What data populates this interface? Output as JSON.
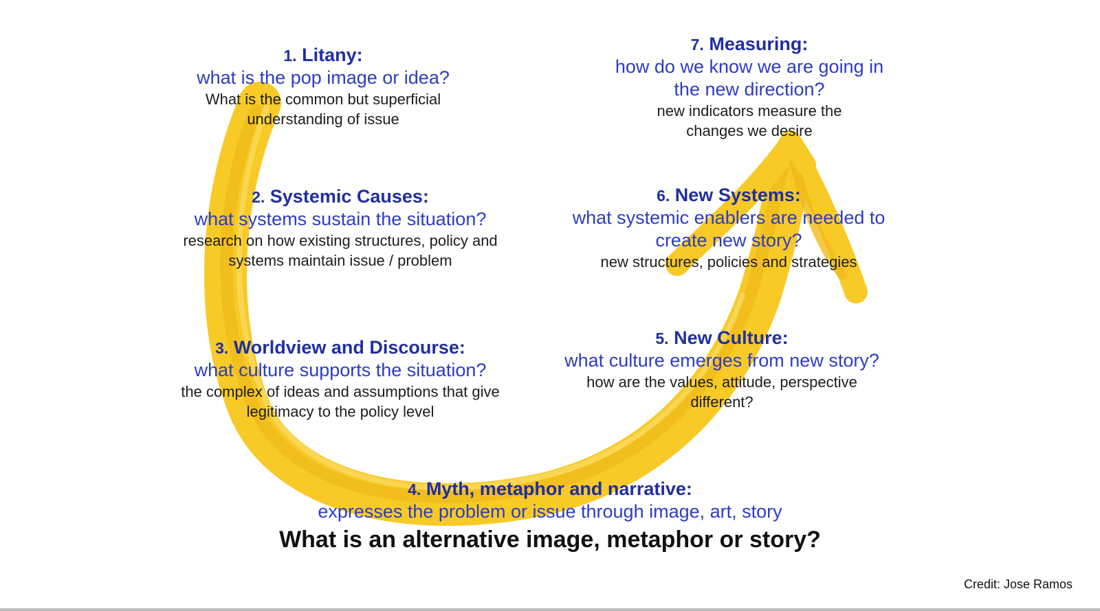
{
  "colors": {
    "heading": "#1f2fa0",
    "question": "#2d3cc4",
    "description": "#1c1c1c",
    "arrow": "#f5c518"
  },
  "arrow": {
    "icon": "hand-drawn-u-turn-arrow-icon"
  },
  "steps": [
    {
      "number": "1.",
      "title": "Litany:",
      "question": "what is the pop image or idea?",
      "description": "What is the common but superficial understanding of issue"
    },
    {
      "number": "2.",
      "title": "Systemic Causes:",
      "question": "what systems sustain the situation?",
      "description": "research on how existing structures, policy and systems maintain issue / problem"
    },
    {
      "number": "3.",
      "title": "Worldview and Discourse:",
      "question": "what culture supports the situation?",
      "description": "the complex of ideas and assumptions that give legitimacy to the policy level"
    },
    {
      "number": "4.",
      "title": "Myth, metaphor and narrative:",
      "question": "expresses the problem or issue through image, art, story",
      "description": "What is an alternative image, metaphor or story?"
    },
    {
      "number": "5.",
      "title": "New Culture:",
      "question": "what culture emerges from new story?",
      "description": "how are the values, attitude, perspective different?"
    },
    {
      "number": "6.",
      "title": "New Systems:",
      "question": "what systemic enablers are needed to create new story?",
      "description": "new structures, policies and strategies"
    },
    {
      "number": "7.",
      "title": "Measuring:",
      "question": "how do we know we are going in the new direction?",
      "description": "new indicators measure the changes we desire"
    }
  ],
  "credit": "Credit: Jose Ramos"
}
